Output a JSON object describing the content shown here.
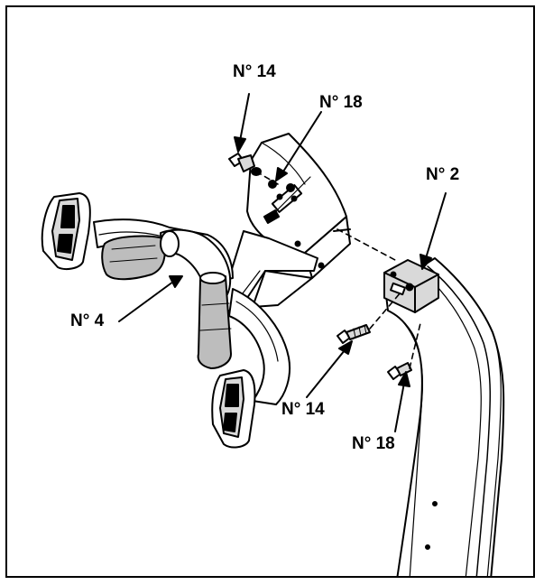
{
  "diagram": {
    "callouts": [
      {
        "id": "c14_top",
        "text": "N° 14"
      },
      {
        "id": "c18_top",
        "text": "N° 18"
      },
      {
        "id": "c2",
        "text": "N° 2"
      },
      {
        "id": "c4",
        "text": "N° 4"
      },
      {
        "id": "c14_bottom",
        "text": "N° 14"
      },
      {
        "id": "c18_bottom",
        "text": "N° 18"
      }
    ],
    "colors": {
      "ink": "#000000",
      "paper": "#ffffff",
      "shade": "#d9d9d9",
      "grip": "#bdbdbd"
    }
  }
}
